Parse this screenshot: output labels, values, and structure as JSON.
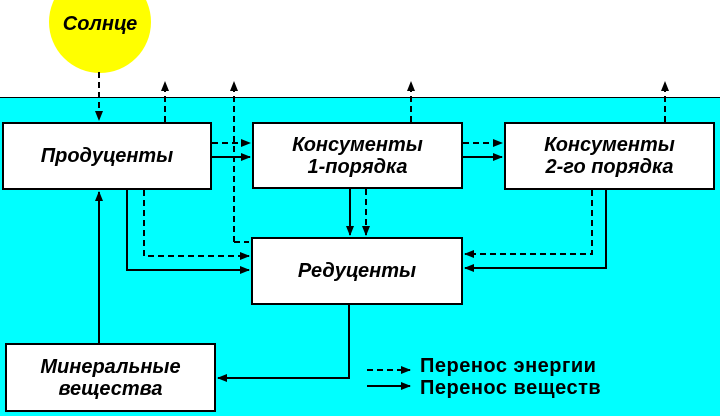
{
  "diagram": {
    "sun": "Солнце",
    "producers": "Продуценты",
    "consumers1_line1": "Консументы",
    "consumers1_line2": "1-порядка",
    "consumers2_line1": "Консументы",
    "consumers2_line2": "2-го порядка",
    "decomposers": "Редуценты",
    "minerals_line1": "Минеральные",
    "minerals_line2": "вещества"
  },
  "legend": {
    "energy": "Перенос энергии",
    "matter": "Перенос веществ"
  },
  "colors": {
    "water": "#00ffff",
    "sun": "#ffff00"
  }
}
